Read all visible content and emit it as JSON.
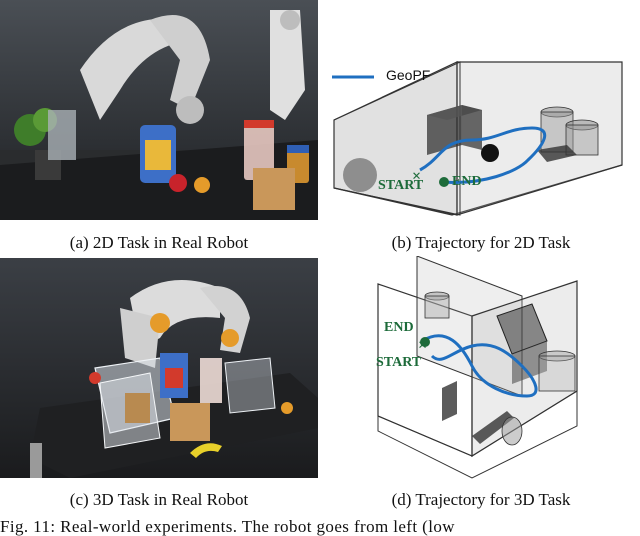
{
  "figure": {
    "panel_a": {
      "caption": "(a) 2D Task in Real Robot"
    },
    "panel_b": {
      "caption": "(b) Trajectory for 2D Task",
      "legend_label": "GeoPF",
      "start_label": "START",
      "end_label": "END"
    },
    "panel_c": {
      "caption": "(c) 3D Task in Real Robot"
    },
    "panel_d": {
      "caption": "(d) Trajectory for 3D Task",
      "start_label": "START",
      "end_label": "END"
    },
    "figure_caption_partial": "Fig. 11: Real-world experiments. The robot goes from left (low"
  },
  "colors": {
    "trajectory": "#1f6fc0",
    "start_end_marker": "#1d6b3a",
    "panel_fill": "#a8a8a8",
    "box_fill": "#333333"
  }
}
